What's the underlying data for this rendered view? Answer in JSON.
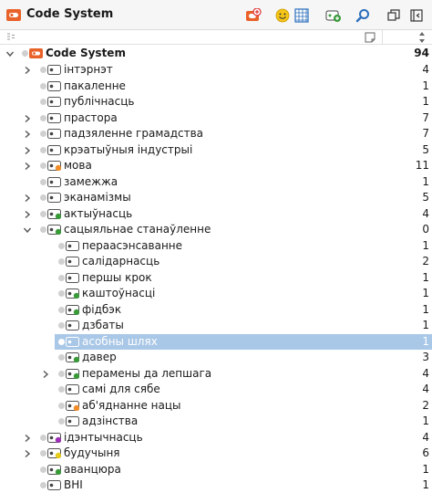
{
  "window": {
    "title": "Code System"
  },
  "colors": {
    "selected_bg": "#a9c7e6",
    "code_green": "#3a9a3a",
    "root_orange": "#e8622a"
  },
  "root": {
    "label": "Code System",
    "count": "94"
  },
  "rows": [
    {
      "label": "інтэрнэт",
      "count": "4",
      "level": 1,
      "expand": true,
      "color": ""
    },
    {
      "label": "пакаленне",
      "count": "1",
      "level": 1,
      "expand": false,
      "color": ""
    },
    {
      "label": "публічнасць",
      "count": "1",
      "level": 1,
      "expand": false,
      "color": ""
    },
    {
      "label": "прастора",
      "count": "7",
      "level": 1,
      "expand": true,
      "color": ""
    },
    {
      "label": "падзяленне грамадства",
      "count": "7",
      "level": 1,
      "expand": true,
      "color": ""
    },
    {
      "label": "крэатыўныя індустрыі",
      "count": "5",
      "level": 1,
      "expand": true,
      "color": ""
    },
    {
      "label": "мова",
      "count": "11",
      "level": 1,
      "expand": true,
      "color": "#f28c28"
    },
    {
      "label": "замежжа",
      "count": "1",
      "level": 1,
      "expand": false,
      "color": ""
    },
    {
      "label": "эканамізмы",
      "count": "5",
      "level": 1,
      "expand": true,
      "color": ""
    },
    {
      "label": "актыўнасць",
      "count": "4",
      "level": 1,
      "expand": true,
      "color": "#3a9a3a"
    },
    {
      "label": "сацыяльнае станаўленне",
      "count": "0",
      "level": 1,
      "expand": "open",
      "color": "#3a9a3a"
    },
    {
      "label": "пераасэнсаванне",
      "count": "1",
      "level": 2,
      "expand": false,
      "color": ""
    },
    {
      "label": "салідарнасць",
      "count": "2",
      "level": 2,
      "expand": false,
      "color": ""
    },
    {
      "label": "першы крок",
      "count": "1",
      "level": 2,
      "expand": false,
      "color": ""
    },
    {
      "label": "каштоўнасці",
      "count": "1",
      "level": 2,
      "expand": false,
      "color": "#3a9a3a"
    },
    {
      "label": "фідбэк",
      "count": "1",
      "level": 2,
      "expand": false,
      "color": "#3a9a3a"
    },
    {
      "label": "дзбаты",
      "count": "1",
      "level": 2,
      "expand": false,
      "color": ""
    },
    {
      "label": "асобны шлях",
      "count": "1",
      "level": 2,
      "expand": false,
      "color": "",
      "selected": true
    },
    {
      "label": "давер",
      "count": "3",
      "level": 2,
      "expand": false,
      "color": "#3a9a3a"
    },
    {
      "label": "перамены да лепшага",
      "count": "4",
      "level": 2,
      "expand": true,
      "color": "#3a9a3a"
    },
    {
      "label": "самі для сябе",
      "count": "4",
      "level": 2,
      "expand": false,
      "color": ""
    },
    {
      "label": "аб'яднанне нацы",
      "count": "2",
      "level": 2,
      "expand": false,
      "color": "#f28c28"
    },
    {
      "label": "адзінства",
      "count": "1",
      "level": 2,
      "expand": false,
      "color": ""
    },
    {
      "label": "ідэнтычнасць",
      "count": "4",
      "level": 1,
      "expand": true,
      "color": "#9b30b5"
    },
    {
      "label": "будучыня",
      "count": "6",
      "level": 1,
      "expand": true,
      "color": "#e6cc1a"
    },
    {
      "label": "аванцюра",
      "count": "1",
      "level": 1,
      "expand": false,
      "color": "#3a9a3a"
    },
    {
      "label": "ВНІ",
      "count": "1",
      "level": 1,
      "expand": false,
      "color": ""
    }
  ]
}
